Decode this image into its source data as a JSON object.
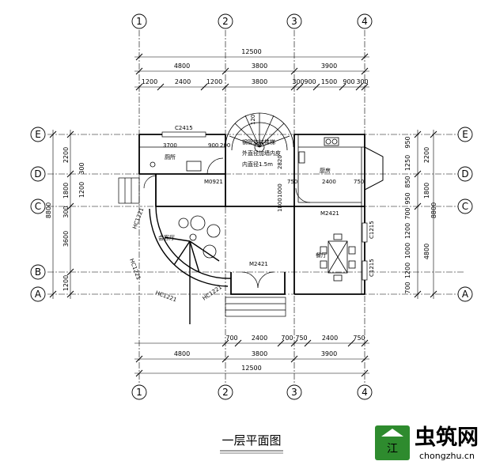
{
  "drawing": {
    "title": "一层平面图",
    "axes_vertical": [
      "1",
      "2",
      "3",
      "4"
    ],
    "axes_horizontal": [
      "E",
      "D",
      "C",
      "B",
      "A"
    ],
    "top_dims": {
      "total": "12500",
      "row2": [
        "4800",
        "3800",
        "3900"
      ],
      "row3": [
        "1200",
        "2400",
        "1200",
        "3800",
        "300",
        "900",
        "1500",
        "900",
        "300"
      ]
    },
    "bottom_dims": {
      "row1": [
        "700",
        "2400",
        "700",
        "750",
        "2400",
        "750"
      ],
      "row2": [
        "4800",
        "3800",
        "3900"
      ],
      "total": "12500"
    },
    "left_dims": {
      "total": "8800",
      "outer": [
        "2200",
        "1800",
        "300",
        "3600",
        "1200"
      ],
      "inner": [
        "300",
        "1200"
      ]
    },
    "right_dims": {
      "total": "8800",
      "outer": [
        "2200",
        "1800",
        "4800"
      ],
      "inner": [
        "950",
        "1250",
        "850",
        "950",
        "700",
        "1200",
        "1000",
        "1200",
        "700"
      ]
    },
    "labels": {
      "c2415": "C2415",
      "dim3700": "3700",
      "dim900": "900",
      "dim200": "200",
      "toilet": "厕所",
      "m0921": "M0921",
      "stair_note_1": "钢管旋转楼梯",
      "stair_note_2": "外直径加墙内皮",
      "stair_note_3": "内直径1.5m",
      "stair_120": "120",
      "kitchen": "厨房",
      "d750a": "750",
      "d2400": "2400",
      "d750b": "750",
      "d2820": "2820",
      "d1000": "1000",
      "d1800": "1800",
      "m2421_a": "M2421",
      "living": "会客厅",
      "m2421_b": "M2421",
      "c1215_a": "C1215",
      "c1215_b": "C1215",
      "dining": "餐厅",
      "hc1221_a": "HC1221",
      "hc1221_b": "HC1221",
      "hc1221_c": "HC1221",
      "hc1221_d": "HC1221"
    }
  },
  "watermark": {
    "chinese": "虫筑网",
    "url": "chongzhu.cn",
    "logo_text": "江"
  },
  "colors": {
    "line": "#000000",
    "watermark_green": "#1f7a1f"
  }
}
